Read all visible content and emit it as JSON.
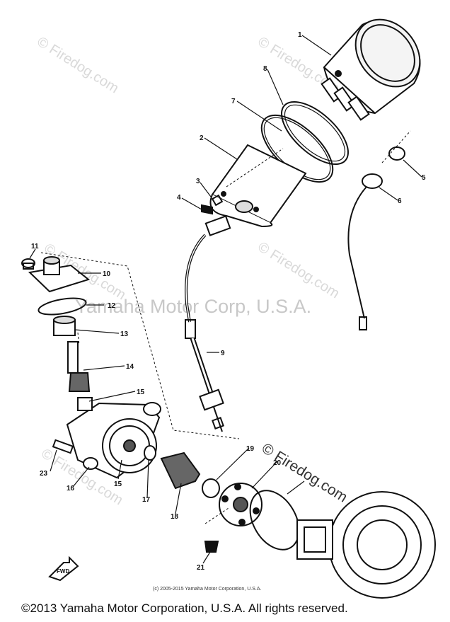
{
  "watermarks": {
    "firedog_small": "© Firedog.com",
    "firedog_feature": "© Firedog.com",
    "yamaha_center": "Yamaha Motor Corp, U.S.A."
  },
  "fwd_label": "FWD",
  "part_numbers": {
    "p1": "1",
    "p2": "2",
    "p3": "3",
    "p4": "4",
    "p5": "5",
    "p6": "6",
    "p7": "7",
    "p8": "8",
    "p9": "9",
    "p10": "10",
    "p11": "11",
    "p12": "12",
    "p13": "13",
    "p14": "14",
    "p15": "15",
    "p15b": "15",
    "p16": "16",
    "p17": "17",
    "p18": "18",
    "p19": "19",
    "p20": "20",
    "p21": "21",
    "p23": "23"
  },
  "footer": {
    "small_copyright": "(c) 2005-2015 Yamaha Motor Corporation, U.S.A.",
    "main_copyright": "©2013 Yamaha Motor Corporation, U.S.A. All rights reserved."
  }
}
